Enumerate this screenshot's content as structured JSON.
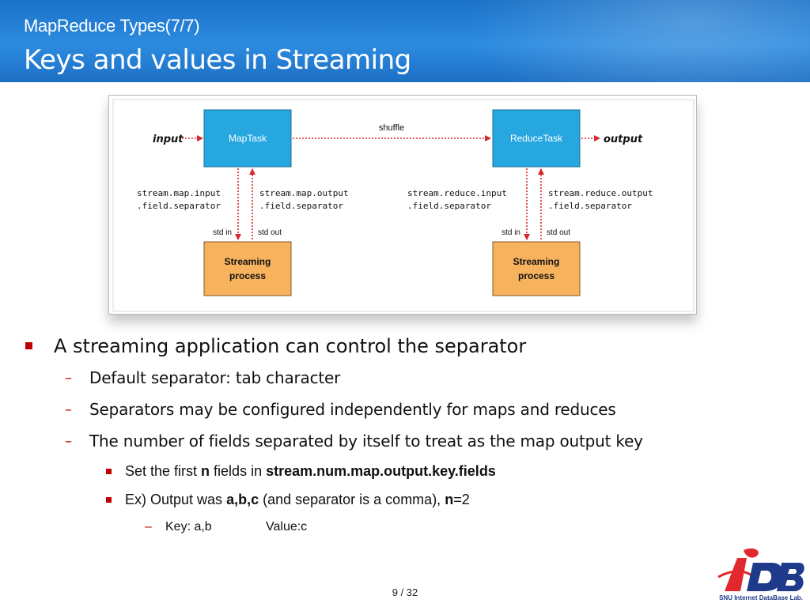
{
  "header": {
    "subtitle": "MapReduce Types(7/7)",
    "title": "Keys and values in Streaming"
  },
  "diagram": {
    "input_label": "input",
    "output_label": "output",
    "shuffle_label": "shuffle",
    "map_task": "MapTask",
    "reduce_task": "ReduceTask",
    "streaming_line1": "Streaming",
    "streaming_line2": "process",
    "map_input_sep_1": "stream.map.input",
    "map_input_sep_2": ".field.separator",
    "map_output_sep_1": "stream.map.output",
    "map_output_sep_2": ".field.separator",
    "reduce_input_sep_1": "stream.reduce.input",
    "reduce_input_sep_2": ".field.separator",
    "reduce_output_sep_1": "stream.reduce.output",
    "reduce_output_sep_2": ".field.separator",
    "std_in": "std in",
    "std_out": "std out",
    "colors": {
      "task_box": "#27a7e0",
      "process_box": "#f7b25e",
      "arrow": "#d8262c"
    }
  },
  "bullets": {
    "main": "A streaming application can control the separator",
    "sub1": "Default separator: tab character",
    "sub2": "Separators may be configured independently for maps and reduces",
    "sub3": "The number of fields separated by itself to treat as the map output key",
    "l3a_pre": "Set the first ",
    "l3a_n": "n",
    "l3a_mid": " fields in ",
    "l3a_prop": "stream.num.map.output.key.fields",
    "l3b_pre": "Ex) Output was ",
    "l3b_val": "a,b,c",
    "l3b_mid": " (and separator is a comma), ",
    "l3b_n": "n",
    "l3b_post": "=2",
    "l4_key": "Key: a,b",
    "l4_value": "Value:c"
  },
  "footer": {
    "page": "9 / 32",
    "logo_text": "SNU Internet DataBase Lab."
  },
  "theme": {
    "header_blue": "#1f78cf",
    "bullet_red": "#c00000"
  }
}
